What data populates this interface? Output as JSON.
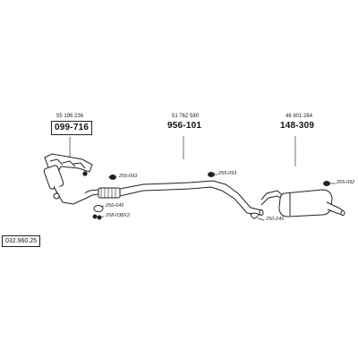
{
  "catalog_number": "032.960.25",
  "groups": [
    {
      "oem": "55 196 236",
      "part": "099-716"
    },
    {
      "oem": "51 762 580",
      "part": "956-101"
    },
    {
      "oem": "46 801 284",
      "part": "148-309"
    }
  ],
  "callouts": {
    "hanger_front": "255-093",
    "hanger_mid": "255-093",
    "hanger_rear": "255-092",
    "gasket": "256-645",
    "bolt_kit": "258-038X2",
    "clamp": "250-245"
  }
}
